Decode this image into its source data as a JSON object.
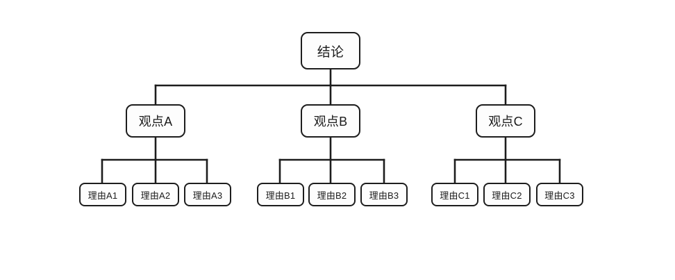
{
  "diagram": {
    "type": "tree",
    "title": "",
    "background_color": "#ffffff",
    "node_fill_color": "#fdfdfd",
    "node_border_color": "#1d1d1d",
    "edge_color": "#1d1d1d",
    "text_color": "#1a1a1a",
    "root": {
      "id": "root",
      "label": "结论"
    },
    "level2": [
      {
        "id": "a",
        "label": "观点A"
      },
      {
        "id": "b",
        "label": "观点B"
      },
      {
        "id": "c",
        "label": "观点C"
      }
    ],
    "level3": [
      {
        "id": "a1",
        "label": "理由A1",
        "parent": "a"
      },
      {
        "id": "a2",
        "label": "理由A2",
        "parent": "a"
      },
      {
        "id": "a3",
        "label": "理由A3",
        "parent": "a"
      },
      {
        "id": "b1",
        "label": "理由B1",
        "parent": "b"
      },
      {
        "id": "b2",
        "label": "理由B2",
        "parent": "b"
      },
      {
        "id": "b3",
        "label": "理由B3",
        "parent": "b"
      },
      {
        "id": "c1",
        "label": "理由C1",
        "parent": "c"
      },
      {
        "id": "c2",
        "label": "理由C2",
        "parent": "c"
      },
      {
        "id": "c3",
        "label": "理由C3",
        "parent": "c"
      }
    ]
  }
}
